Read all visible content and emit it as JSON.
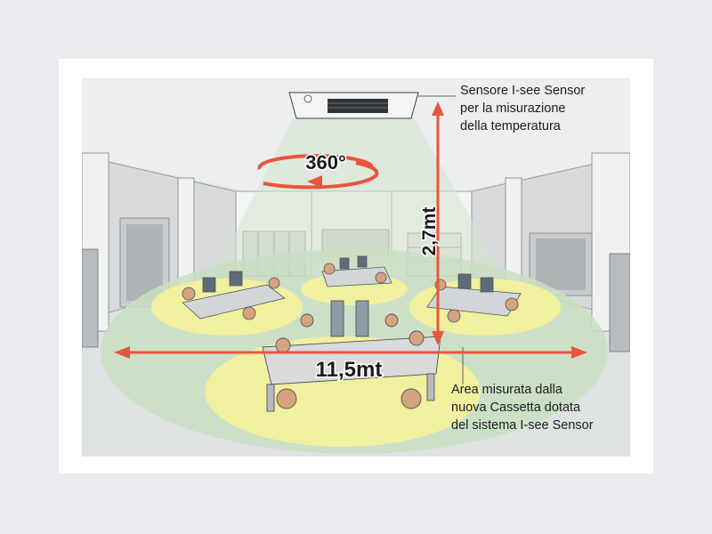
{
  "labels": {
    "rotation": "360°",
    "height": "2,7mt",
    "width": "11,5mt"
  },
  "callouts": {
    "sensor": [
      "Sensore I-see Sensor",
      "per la misurazione",
      "della temperatura"
    ],
    "area": [
      "Area misurata dalla",
      "nuova Cassetta dotata",
      "del sistema I-see Sensor"
    ]
  },
  "colors": {
    "arrow": "#e8553d",
    "zone_outer": "#c9dfc2",
    "zone_inner": "#f1f09e",
    "background": "#e9ebee"
  }
}
